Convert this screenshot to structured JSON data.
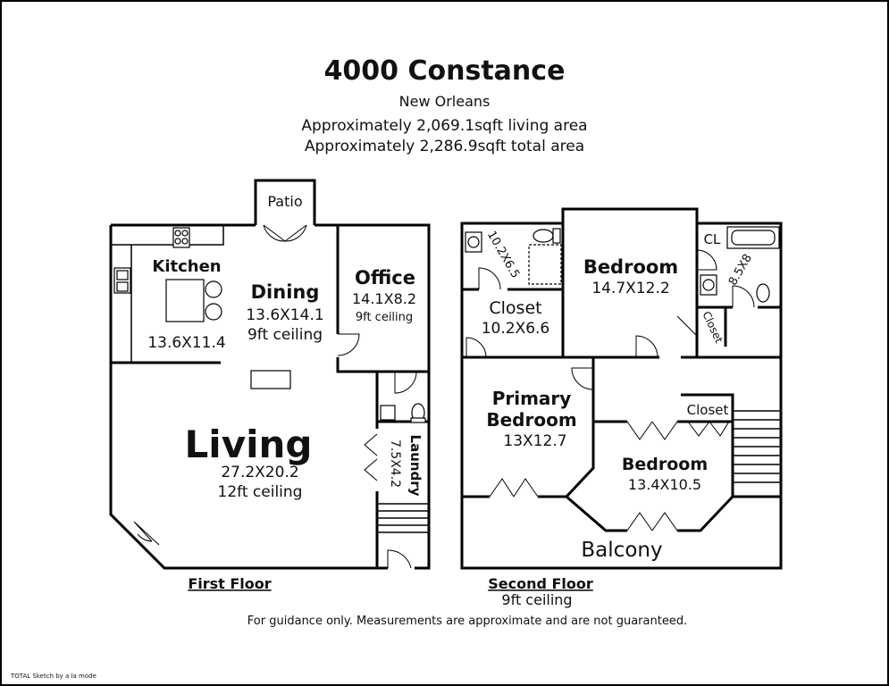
{
  "header": {
    "title": "4000 Constance",
    "city": "New Orleans",
    "living_area": "Approximately 2,069.1sqft living area",
    "total_area": "Approximately 2,286.9sqft total area"
  },
  "first_floor": {
    "caption": "First Floor",
    "patio": "Patio",
    "kitchen": {
      "name": "Kitchen",
      "size": "13.6X11.4"
    },
    "dining": {
      "name": "Dining",
      "size": "13.6X14.1",
      "ceiling": "9ft ceiling"
    },
    "office": {
      "name": "Office",
      "size": "14.1X8.2",
      "ceiling": "9ft ceiling"
    },
    "living": {
      "name": "Living",
      "size": "27.2X20.2",
      "ceiling": "12ft ceiling"
    },
    "laundry": {
      "name": "Laundry",
      "size": "7.5X4.2"
    }
  },
  "second_floor": {
    "caption": "Second Floor",
    "ceiling": "9ft ceiling",
    "bath1_size": "10.2X6.5",
    "closet_main": {
      "name": "Closet",
      "size": "10.2X6.6"
    },
    "bedroom_top": {
      "name": "Bedroom",
      "size": "14.7X12.2"
    },
    "cl": "CL",
    "bath2_size": "8.5X8",
    "closet_small": "Closet",
    "primary": {
      "name1": "Primary",
      "name2": "Bedroom",
      "size": "13X12.7"
    },
    "closet_mid": "Closet",
    "bedroom_mid": {
      "name": "Bedroom",
      "size": "13.4X10.5"
    },
    "balcony": "Balcony"
  },
  "footer": {
    "disclaimer": "For guidance only. Measurements are approximate and are not guaranteed.",
    "credit": "TOTAL Sketch by a la mode"
  }
}
